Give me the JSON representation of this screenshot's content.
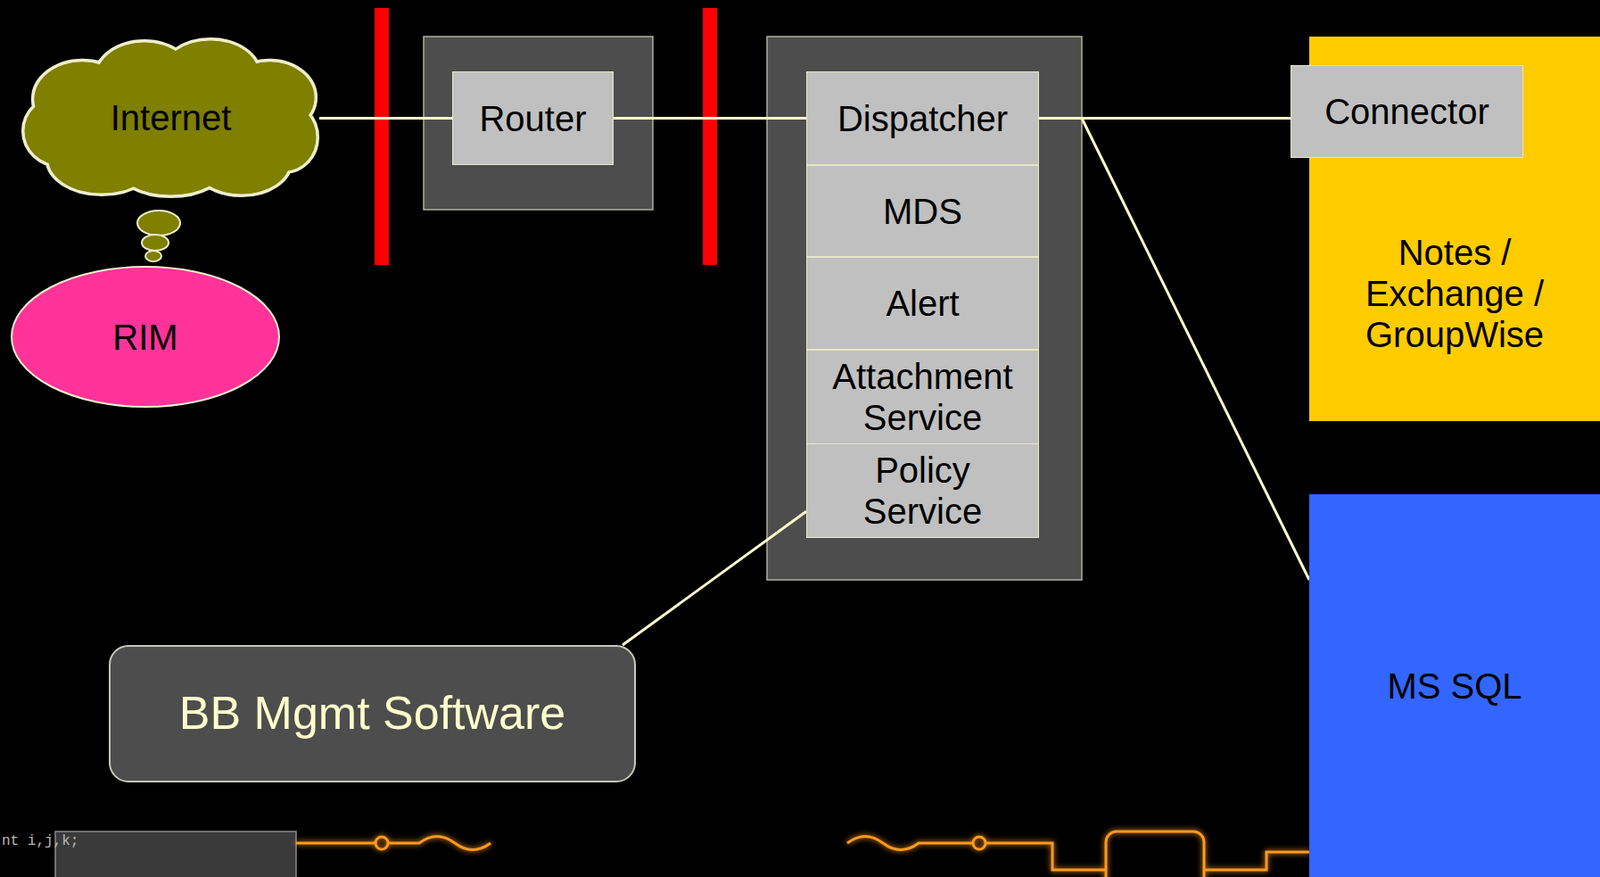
{
  "diagram": {
    "nodes": [
      {
        "text": [
          "Internet"
        ]
      },
      {
        "text": [
          "RIM"
        ]
      },
      {
        "text": [
          "Router"
        ]
      },
      {
        "text": [
          "Dispatcher"
        ]
      },
      {
        "text": [
          "MDS"
        ]
      },
      {
        "text": [
          "Alert"
        ]
      },
      {
        "text": [
          "Attachment Service"
        ]
      },
      {
        "text": [
          "Policy Service"
        ]
      },
      {
        "text": [
          "Notes / Exchange / GroupWise"
        ]
      },
      {
        "text": [
          "Connector"
        ],
        "in": 8
      },
      {
        "text": [
          "MS SQL"
        ]
      },
      {
        "text": [
          "BB Mgmt Software"
        ]
      }
    ],
    "edges": [
      {
        "from": 0,
        "to": 2,
        "arrow": "none"
      },
      {
        "from": 2,
        "to": 3,
        "arrow": "none"
      },
      {
        "from": 3,
        "to": 9,
        "arrow": "none"
      },
      {
        "from": 3,
        "to": 10,
        "arrow": "none"
      },
      {
        "from": 11,
        "to": 7,
        "arrow": "none"
      }
    ],
    "labels": [
      "nt i,j,k;"
    ]
  }
}
